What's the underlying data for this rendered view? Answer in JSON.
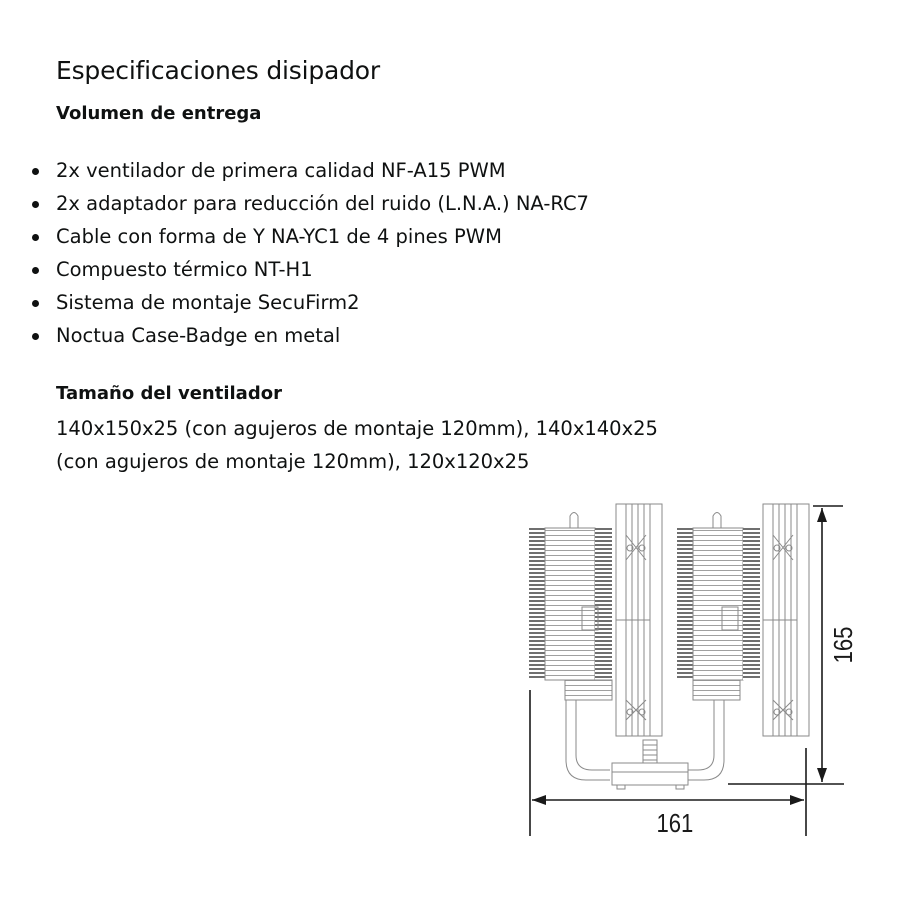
{
  "heading": "Especificaciones disipador",
  "delivery": {
    "label": "Volumen de entrega",
    "items": [
      "2x ventilador de primera calidad NF-A15 PWM",
      "2x adaptador para reducción del ruido (L.N.A.) NA-RC7",
      "Cable con forma de Y NA-YC1 de 4 pines PWM",
      "Compuesto térmico NT-H1",
      "Sistema de montaje SecuFirm2",
      "Noctua Case-Badge en metal"
    ]
  },
  "fan_size": {
    "label": "Tamaño del ventilador",
    "line1": "140x150x25 (con agujeros de montaje 120mm), 140x140x25",
    "line2": "(con agujeros de montaje 120mm), 120x120x25"
  },
  "diagram": {
    "name": "cooler-dimension-drawing",
    "width_label": "161",
    "height_label": "165",
    "line_color": "#8a8a8a",
    "dimension_color": "#1a1a1a"
  }
}
